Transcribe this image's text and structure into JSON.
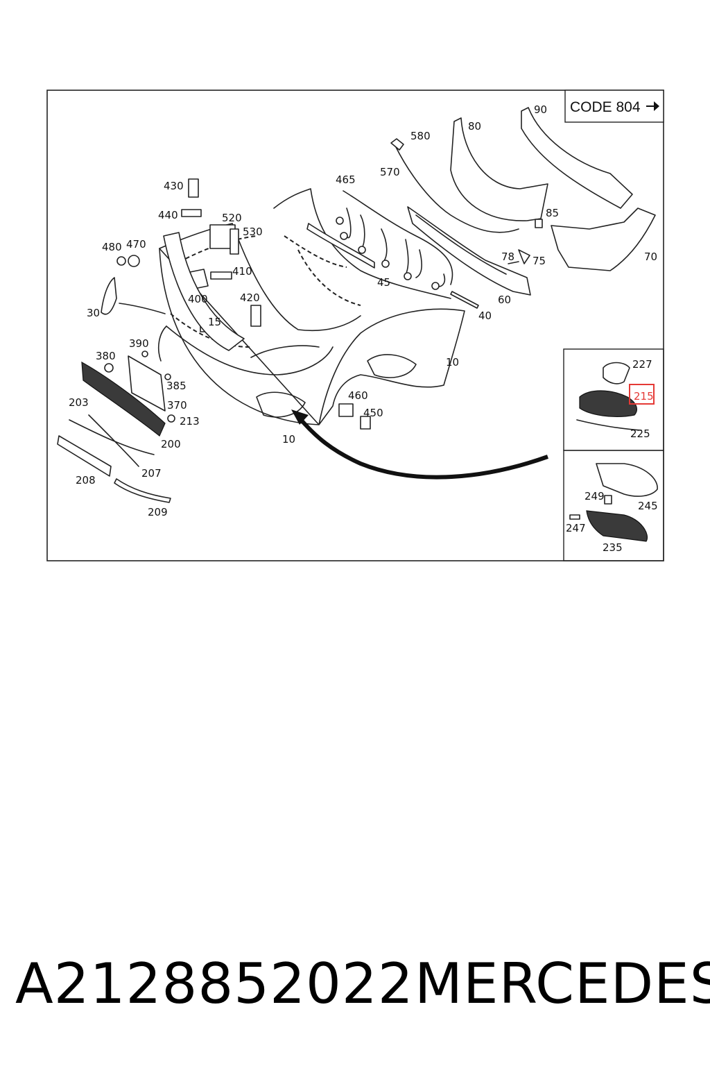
{
  "diagram": {
    "code_label": "CODE 804",
    "highlight_color": "#e53935",
    "highlighted_callout": "215",
    "callouts": {
      "c10a": "10",
      "c10b": "10",
      "c15": "15",
      "c30": "30",
      "c40": "40",
      "c45": "45",
      "c60": "60",
      "c70": "70",
      "c75": "75",
      "c78": "78",
      "c80": "80",
      "c85": "85",
      "c90": "90",
      "c200": "200",
      "c203": "203",
      "c207": "207",
      "c208": "208",
      "c209": "209",
      "c213": "213",
      "c215": "215",
      "c225": "225",
      "c227": "227",
      "c235": "235",
      "c245": "245",
      "c247": "247",
      "c249": "249",
      "c370": "370",
      "c380": "380",
      "c385": "385",
      "c390": "390",
      "c400": "400",
      "c410": "410",
      "c420": "420",
      "c430": "430",
      "c440": "440",
      "c450": "450",
      "c460": "460",
      "c465": "465",
      "c470": "470",
      "c480": "480",
      "c520": "520",
      "c530": "530",
      "c570": "570",
      "c580": "580"
    }
  },
  "caption": {
    "part_number": "A2128852022",
    "brand": "MERCEDES"
  }
}
